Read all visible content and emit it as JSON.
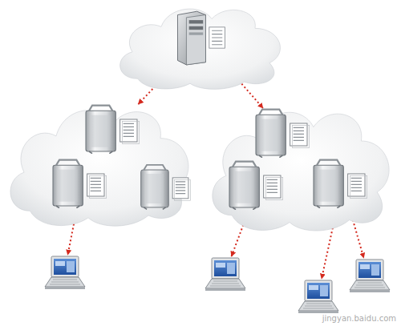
{
  "diagram": {
    "nodes": [
      {
        "text": []
      },
      {
        "text": [],
        "in": 0
      },
      {
        "text": []
      },
      {
        "text": [],
        "in": 2
      },
      {
        "text": [],
        "in": 2
      },
      {
        "text": [],
        "in": 2
      },
      {
        "text": []
      },
      {
        "text": [],
        "in": 6
      },
      {
        "text": [],
        "in": 6
      },
      {
        "text": [],
        "in": 6
      },
      {
        "text": []
      },
      {
        "text": []
      },
      {
        "text": []
      },
      {
        "text": []
      }
    ],
    "edges": [
      {
        "from": 1,
        "to": 3,
        "arrow": "both"
      },
      {
        "from": 1,
        "to": 7,
        "arrow": "both"
      },
      {
        "from": 3,
        "to": 4,
        "arrow": "both"
      },
      {
        "from": 3,
        "to": 5,
        "arrow": "both"
      },
      {
        "from": 7,
        "to": 8,
        "arrow": "both"
      },
      {
        "from": 7,
        "to": 9,
        "arrow": "both"
      },
      {
        "from": 4,
        "to": 10,
        "arrow": "both"
      },
      {
        "from": 8,
        "to": 11,
        "arrow": "both"
      },
      {
        "from": 9,
        "to": 12,
        "arrow": "both"
      },
      {
        "from": 9,
        "to": 13,
        "arrow": "both"
      }
    ],
    "labels": [
      "jingyan.baidu.com"
    ]
  }
}
